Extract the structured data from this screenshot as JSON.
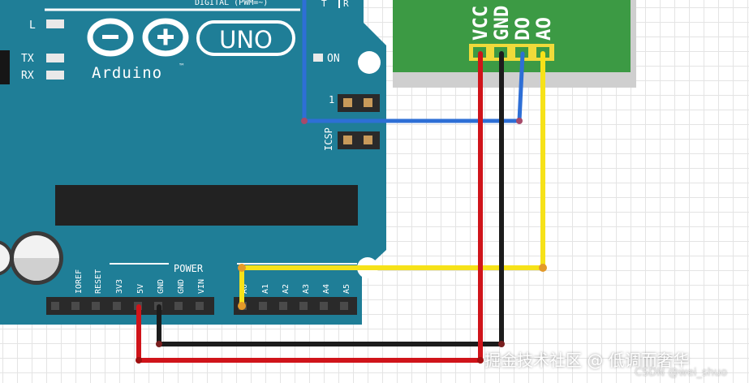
{
  "board": {
    "header_label": "DIGITAL (PWM=~)",
    "logo_infinity": "∞",
    "model": "UNO",
    "brand": "Arduino",
    "trademark": "™",
    "led_l": "L",
    "led_tx": "TX",
    "led_rx": "RX",
    "led_on": "ON",
    "tx_mark": "T",
    "rx_mark": "R",
    "icsp_label": "ICSP",
    "icsp_pin1": "1",
    "power_label": "POWER",
    "power_pins": [
      "IOREF",
      "RESET",
      "3V3",
      "5V",
      "GND",
      "GND",
      "VIN"
    ],
    "analog_pins": [
      "A0",
      "A1",
      "A2",
      "A3",
      "A4",
      "A5"
    ]
  },
  "sensor": {
    "pins": [
      "VCC",
      "GND",
      "DO",
      "AO"
    ]
  },
  "wires": {
    "colors": {
      "red": "#d0141a",
      "black": "#1c1c1c",
      "blue": "#2e6fd6",
      "yellow": "#f6e219"
    }
  },
  "watermark": {
    "main": "掘金技术社区 @ 低调而奢华",
    "sub": "CSDN @wei_shuo"
  }
}
